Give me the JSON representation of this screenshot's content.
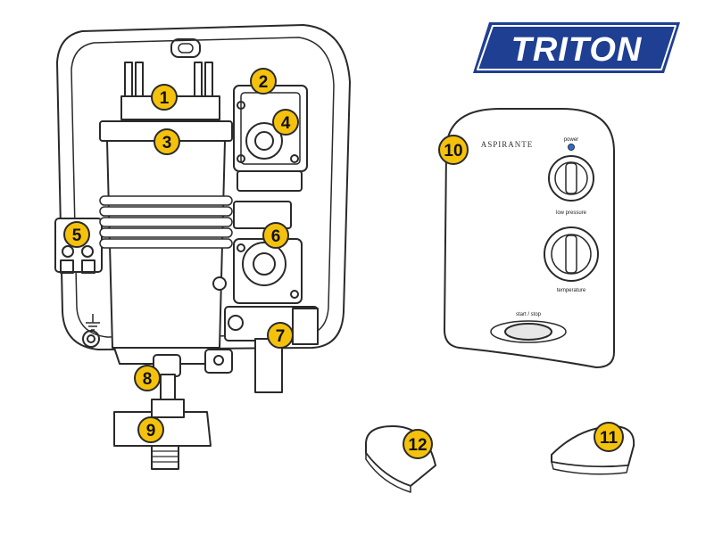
{
  "brand": {
    "name": "TRITON",
    "color": "#1f3f93"
  },
  "panel": {
    "model": "ASPIRANTE",
    "power": "power",
    "low_pressure": "low pressure",
    "temperature": "temperature",
    "start_stop": "start / stop",
    "led_color": "#2a6fd0"
  },
  "colors": {
    "callout_fill": "#f4c20d",
    "callout_stroke": "#2a2a2a",
    "line": "#2a2a2a"
  },
  "callouts": [
    "1",
    "2",
    "3",
    "4",
    "5",
    "6",
    "7",
    "8",
    "9",
    "10",
    "11",
    "12"
  ]
}
